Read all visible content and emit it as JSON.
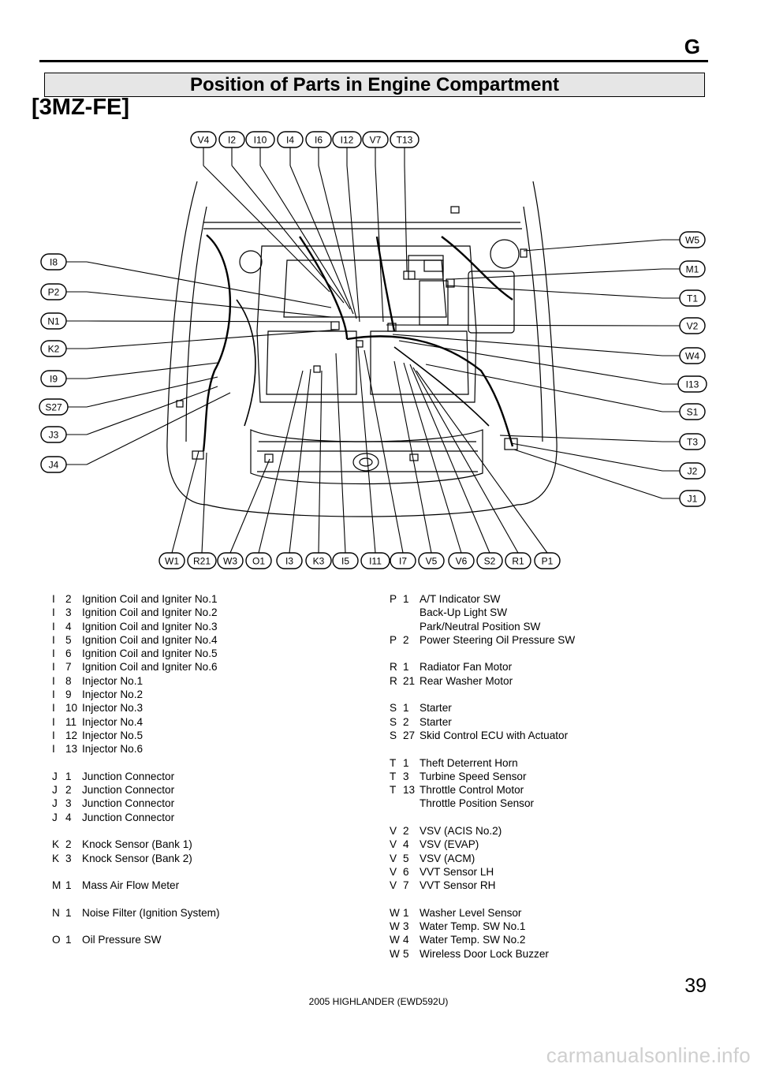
{
  "header": {
    "section_letter": "G",
    "title": "Position of Parts in Engine Compartment",
    "engine": "[3MZ-FE]"
  },
  "diagram": {
    "top_labels": [
      "V4",
      "I2",
      "I10",
      "I4",
      "I6",
      "I12",
      "V7",
      "T13"
    ],
    "left_labels": [
      "I8",
      "P2",
      "N1",
      "K2",
      "I9",
      "S27",
      "J3",
      "J4"
    ],
    "right_labels": [
      "W5",
      "M1",
      "T1",
      "V2",
      "W4",
      "I13",
      "S1",
      "T3",
      "J2",
      "J1"
    ],
    "bottom_labels": [
      "W1",
      "R21",
      "W3",
      "O1",
      "I3",
      "K3",
      "I5",
      "I11",
      "I7",
      "V5",
      "V6",
      "S2",
      "R1",
      "P1"
    ]
  },
  "legend": {
    "left": [
      {
        "letter": "I",
        "num": "2",
        "name": "Ignition Coil and Igniter No.1"
      },
      {
        "letter": "I",
        "num": "3",
        "name": "Ignition Coil and Igniter No.2"
      },
      {
        "letter": "I",
        "num": "4",
        "name": "Ignition Coil and Igniter No.3"
      },
      {
        "letter": "I",
        "num": "5",
        "name": "Ignition Coil and Igniter No.4"
      },
      {
        "letter": "I",
        "num": "6",
        "name": "Ignition Coil and Igniter No.5"
      },
      {
        "letter": "I",
        "num": "7",
        "name": "Ignition Coil and Igniter No.6"
      },
      {
        "letter": "I",
        "num": "8",
        "name": "Injector No.1"
      },
      {
        "letter": "I",
        "num": "9",
        "name": "Injector No.2"
      },
      {
        "letter": "I",
        "num": "10",
        "name": "Injector No.3"
      },
      {
        "letter": "I",
        "num": "11",
        "name": "Injector No.4"
      },
      {
        "letter": "I",
        "num": "12",
        "name": "Injector No.5"
      },
      {
        "letter": "I",
        "num": "13",
        "name": "Injector No.6"
      },
      null,
      {
        "letter": "J",
        "num": "1",
        "name": "Junction Connector"
      },
      {
        "letter": "J",
        "num": "2",
        "name": "Junction Connector"
      },
      {
        "letter": "J",
        "num": "3",
        "name": "Junction Connector"
      },
      {
        "letter": "J",
        "num": "4",
        "name": "Junction Connector"
      },
      null,
      {
        "letter": "K",
        "num": "2",
        "name": "Knock Sensor (Bank 1)"
      },
      {
        "letter": "K",
        "num": "3",
        "name": "Knock Sensor (Bank 2)"
      },
      null,
      {
        "letter": "M",
        "num": "1",
        "name": "Mass Air Flow Meter"
      },
      null,
      {
        "letter": "N",
        "num": "1",
        "name": "Noise Filter (Ignition System)"
      },
      null,
      {
        "letter": "O",
        "num": "1",
        "name": "Oil Pressure SW"
      }
    ],
    "right": [
      {
        "letter": "P",
        "num": "1",
        "name": "A/T Indicator SW"
      },
      {
        "letter": "",
        "num": "",
        "name": "Back-Up  Light  SW"
      },
      {
        "letter": "",
        "num": "",
        "name": "Park/Neutral Position SW"
      },
      {
        "letter": "P",
        "num": "2",
        "name": "Power Steering Oil Pressure SW"
      },
      null,
      {
        "letter": "R",
        "num": "1",
        "name": "Radiator Fan Motor"
      },
      {
        "letter": "R",
        "num": "21",
        "name": "Rear Washer Motor"
      },
      null,
      {
        "letter": "S",
        "num": "1",
        "name": "Starter"
      },
      {
        "letter": "S",
        "num": "2",
        "name": "Starter"
      },
      {
        "letter": "S",
        "num": "27",
        "name": "Skid Control ECU with Actuator"
      },
      null,
      {
        "letter": "T",
        "num": "1",
        "name": "Theft Deterrent Horn"
      },
      {
        "letter": "T",
        "num": "3",
        "name": "Turbine Speed Sensor"
      },
      {
        "letter": "T",
        "num": "13",
        "name": "Throttle Control Motor"
      },
      {
        "letter": "",
        "num": "",
        "name": "Throttle Position Sensor"
      },
      null,
      {
        "letter": "V",
        "num": "2",
        "name": "VSV (ACIS No.2)"
      },
      {
        "letter": "V",
        "num": "4",
        "name": "VSV (EVAP)"
      },
      {
        "letter": "V",
        "num": "5",
        "name": "VSV (ACM)"
      },
      {
        "letter": "V",
        "num": "6",
        "name": "VVT Sensor LH"
      },
      {
        "letter": "V",
        "num": "7",
        "name": "VVT Sensor RH"
      },
      null,
      {
        "letter": "W",
        "num": "1",
        "name": "Washer Level Sensor"
      },
      {
        "letter": "W",
        "num": "3",
        "name": "Water Temp. SW No.1"
      },
      {
        "letter": "W",
        "num": "4",
        "name": "Water Temp. SW No.2"
      },
      {
        "letter": "W",
        "num": "5",
        "name": "Wireless Door Lock Buzzer"
      }
    ]
  },
  "footer": {
    "page_number": "39",
    "doc_id": "2005 HIGHLANDER (EWD592U)",
    "watermark": "carmanualsonline.info"
  }
}
